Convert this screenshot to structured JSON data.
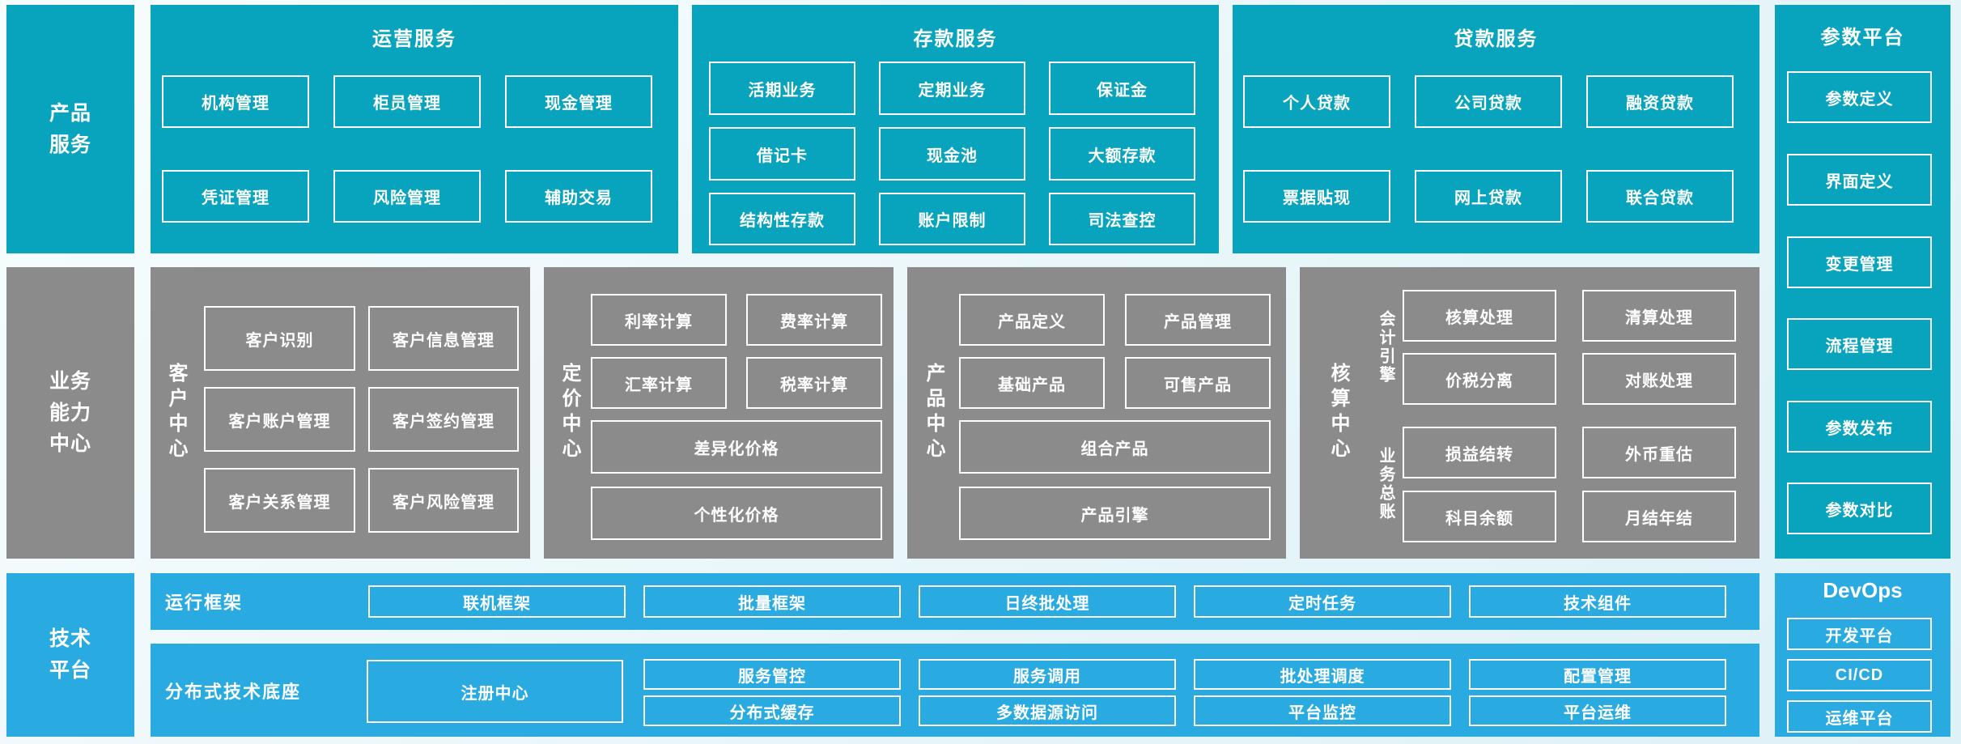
{
  "palette": {
    "teal": "#08A3BC",
    "gray": "#8B8B8B",
    "blue": "#29ABE2",
    "background": "#E7F5F9",
    "text": "#FFFFFF"
  },
  "product_row": {
    "sidebar": "产品服务",
    "sections": [
      {
        "title": "运营服务",
        "rows": [
          [
            "机构管理",
            "柜员管理",
            "现金管理"
          ],
          [
            "凭证管理",
            "风险管理",
            "辅助交易"
          ]
        ]
      },
      {
        "title": "存款服务",
        "rows": [
          [
            "活期业务",
            "定期业务",
            "保证金"
          ],
          [
            "借记卡",
            "现金池",
            "大额存款"
          ],
          [
            "结构性存款",
            "账户限制",
            "司法查控"
          ]
        ]
      },
      {
        "title": "贷款服务",
        "rows": [
          [
            "个人贷款",
            "公司贷款",
            "融资贷款"
          ],
          [
            "票据贴现",
            "网上贷款",
            "联合贷款"
          ]
        ]
      }
    ]
  },
  "param_platform": {
    "title": "参数平台",
    "items": [
      "参数定义",
      "界面定义",
      "变更管理",
      "流程管理",
      "参数发布",
      "参数对比"
    ]
  },
  "capability_row": {
    "sidebar": "业务能力中心",
    "customer": {
      "label": "客户中心",
      "rows": [
        [
          "客户识别",
          "客户信息管理"
        ],
        [
          "客户账户管理",
          "客户签约管理"
        ],
        [
          "客户关系管理",
          "客户风险管理"
        ]
      ]
    },
    "pricing": {
      "label": "定价中心",
      "rows": [
        [
          "利率计算",
          "费率计算"
        ],
        [
          "汇率计算",
          "税率计算"
        ]
      ],
      "wide": [
        "差异化价格",
        "个性化价格"
      ]
    },
    "product": {
      "label": "产品中心",
      "rows": [
        [
          "产品定义",
          "产品管理"
        ],
        [
          "基础产品",
          "可售产品"
        ]
      ],
      "wide": [
        "组合产品",
        "产品引擎"
      ]
    },
    "accounting": {
      "label": "核算中心",
      "groups": [
        {
          "label": "会计引擎",
          "rows": [
            [
              "核算处理",
              "清算处理"
            ],
            [
              "价税分离",
              "对账处理"
            ]
          ]
        },
        {
          "label": "业务总账",
          "rows": [
            [
              "损益结转",
              "外币重估"
            ],
            [
              "科目余额",
              "月结年结"
            ]
          ]
        }
      ]
    }
  },
  "tech_row": {
    "sidebar": "技术平台",
    "runtime": {
      "label": "运行框架",
      "items": [
        "联机框架",
        "批量框架",
        "日终批处理",
        "定时任务",
        "技术组件"
      ]
    },
    "distributed": {
      "label": "分布式技术底座",
      "registry": "注册中心",
      "columns": [
        [
          "服务管控",
          "分布式缓存"
        ],
        [
          "服务调用",
          "多数据源访问"
        ],
        [
          "批处理调度",
          "平台监控"
        ],
        [
          "配置管理",
          "平台运维"
        ]
      ]
    },
    "devops": {
      "title": "DevOps",
      "items": [
        "开发平台",
        "CI/CD",
        "运维平台"
      ]
    }
  }
}
